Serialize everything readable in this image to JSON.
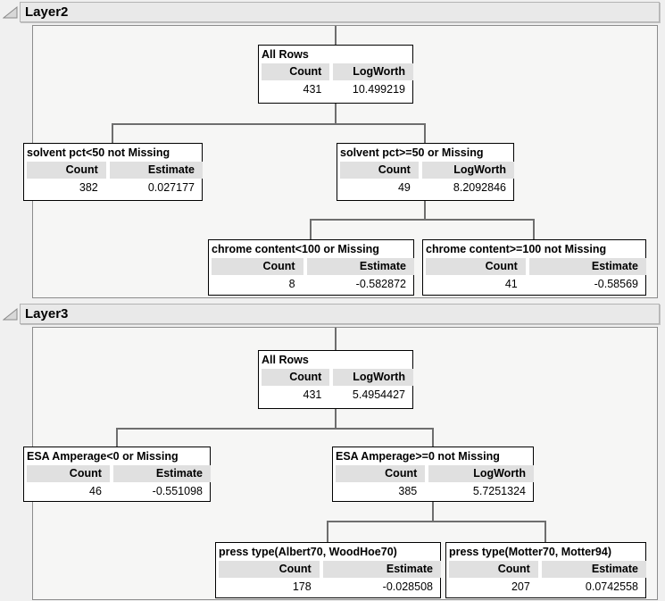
{
  "colors": {
    "page_bg": "#f0f0f0",
    "panel_bg": "#f6f6f5",
    "titlebar_bg": "#e9e9e9",
    "node_bg": "#ffffff",
    "node_border": "#000000",
    "header_cell_bg": "#e0e0e0",
    "connector": "#6e6e6e"
  },
  "sections": [
    {
      "title": "Layer2",
      "nodes": {
        "root": {
          "title": "All Rows",
          "col1": "Count",
          "col2": "LogWorth",
          "val1": "431",
          "val2": "10.499219"
        },
        "left": {
          "title": "solvent pct<50 not Missing",
          "col1": "Count",
          "col2": "Estimate",
          "val1": "382",
          "val2": "0.027177"
        },
        "right": {
          "title": "solvent pct>=50 or Missing",
          "col1": "Count",
          "col2": "LogWorth",
          "val1": "49",
          "val2": "8.2092846"
        },
        "leaf1": {
          "title": "chrome content<100 or Missing",
          "col1": "Count",
          "col2": "Estimate",
          "val1": "8",
          "val2": "-0.582872"
        },
        "leaf2": {
          "title": "chrome content>=100 not Missing",
          "col1": "Count",
          "col2": "Estimate",
          "val1": "41",
          "val2": "-0.58569"
        }
      }
    },
    {
      "title": "Layer3",
      "nodes": {
        "root": {
          "title": "All Rows",
          "col1": "Count",
          "col2": "LogWorth",
          "val1": "431",
          "val2": "5.4954427"
        },
        "left": {
          "title": "ESA Amperage<0 or Missing",
          "col1": "Count",
          "col2": "Estimate",
          "val1": "46",
          "val2": "-0.551098"
        },
        "right": {
          "title": "ESA Amperage>=0 not Missing",
          "col1": "Count",
          "col2": "LogWorth",
          "val1": "385",
          "val2": "5.7251324"
        },
        "leaf1": {
          "title": "press type(Albert70, WoodHoe70)",
          "col1": "Count",
          "col2": "Estimate",
          "val1": "178",
          "val2": "-0.028508"
        },
        "leaf2": {
          "title": "press type(Motter70, Motter94)",
          "col1": "Count",
          "col2": "Estimate",
          "val1": "207",
          "val2": "0.0742558"
        }
      }
    }
  ]
}
